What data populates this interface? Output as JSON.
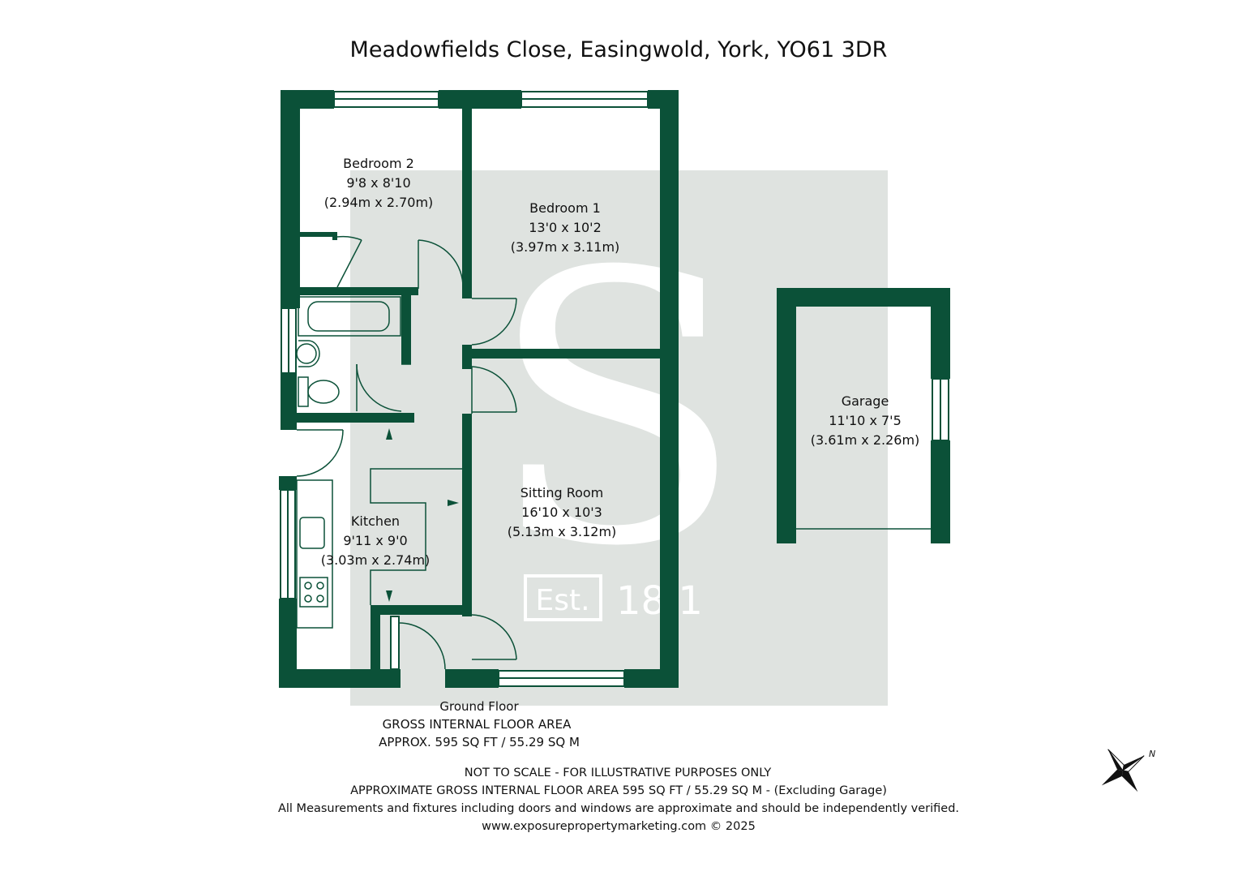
{
  "title": "Meadowfields Close, Easingwold, York, YO61 3DR",
  "colors": {
    "wall": "#0b5138",
    "watermark_bg": "#dfe3e0",
    "watermark_fg": "#ffffff",
    "fixture": "#0b5138"
  },
  "rooms": {
    "bedroom2": {
      "name": "Bedroom 2",
      "imperial": "9'8 x 8'10",
      "metric": "(2.94m x 2.70m)"
    },
    "bedroom1": {
      "name": "Bedroom 1",
      "imperial": "13'0 x 10'2",
      "metric": "(3.97m x 3.11m)"
    },
    "sitting": {
      "name": "Sitting Room",
      "imperial": "16'10 x 10'3",
      "metric": "(5.13m x 3.12m)"
    },
    "kitchen": {
      "name": "Kitchen",
      "imperial": "9'11 x 9'0",
      "metric": "(3.03m x 2.74m)"
    },
    "garage": {
      "name": "Garage",
      "imperial": "11'10 x 7'5",
      "metric": "(3.61m x 2.26m)"
    }
  },
  "watermark": {
    "letter": "S",
    "est": "Est.",
    "year": "18 1"
  },
  "floor": {
    "name": "Ground Floor",
    "area_label": "GROSS INTERNAL FLOOR AREA",
    "area_value": "APPROX. 595 SQ FT / 55.29 SQ M"
  },
  "footer": {
    "line1": "NOT TO SCALE - FOR ILLUSTRATIVE PURPOSES ONLY",
    "line2": "APPROXIMATE GROSS INTERNAL FLOOR AREA 595 SQ FT / 55.29 SQ M - (Excluding Garage)",
    "line3": "All Measurements and fixtures including doors and windows are approximate and should be independently verified.",
    "line4": "www.exposurepropertymarketing.com © 2025"
  },
  "compass": {
    "label": "N",
    "icon": "compass-rose-icon"
  }
}
